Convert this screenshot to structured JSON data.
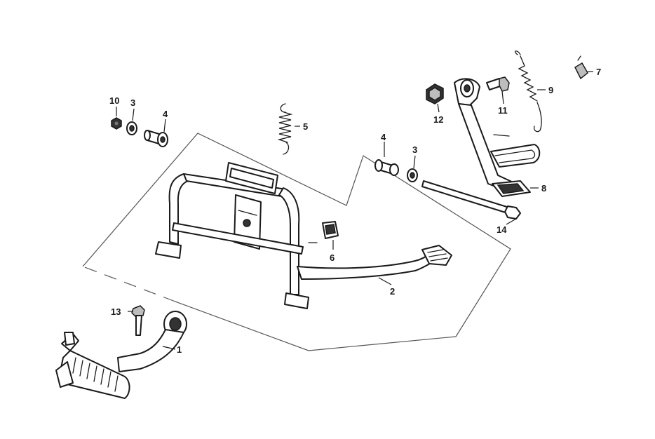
{
  "diagram": {
    "callouts": [
      {
        "id": "1",
        "label": "1"
      },
      {
        "id": "2",
        "label": "2"
      },
      {
        "id": "3a",
        "label": "3"
      },
      {
        "id": "3b",
        "label": "3"
      },
      {
        "id": "4a",
        "label": "4"
      },
      {
        "id": "4b",
        "label": "4"
      },
      {
        "id": "5",
        "label": "5"
      },
      {
        "id": "6",
        "label": "6"
      },
      {
        "id": "7",
        "label": "7"
      },
      {
        "id": "8",
        "label": "8"
      },
      {
        "id": "9",
        "label": "9"
      },
      {
        "id": "10",
        "label": "10"
      },
      {
        "id": "11",
        "label": "11"
      },
      {
        "id": "12",
        "label": "12"
      },
      {
        "id": "13",
        "label": "13"
      },
      {
        "id": "14",
        "label": "14"
      }
    ],
    "colors": {
      "line": "#1a1a1a",
      "boundary": "#555555",
      "background": "#ffffff"
    }
  }
}
